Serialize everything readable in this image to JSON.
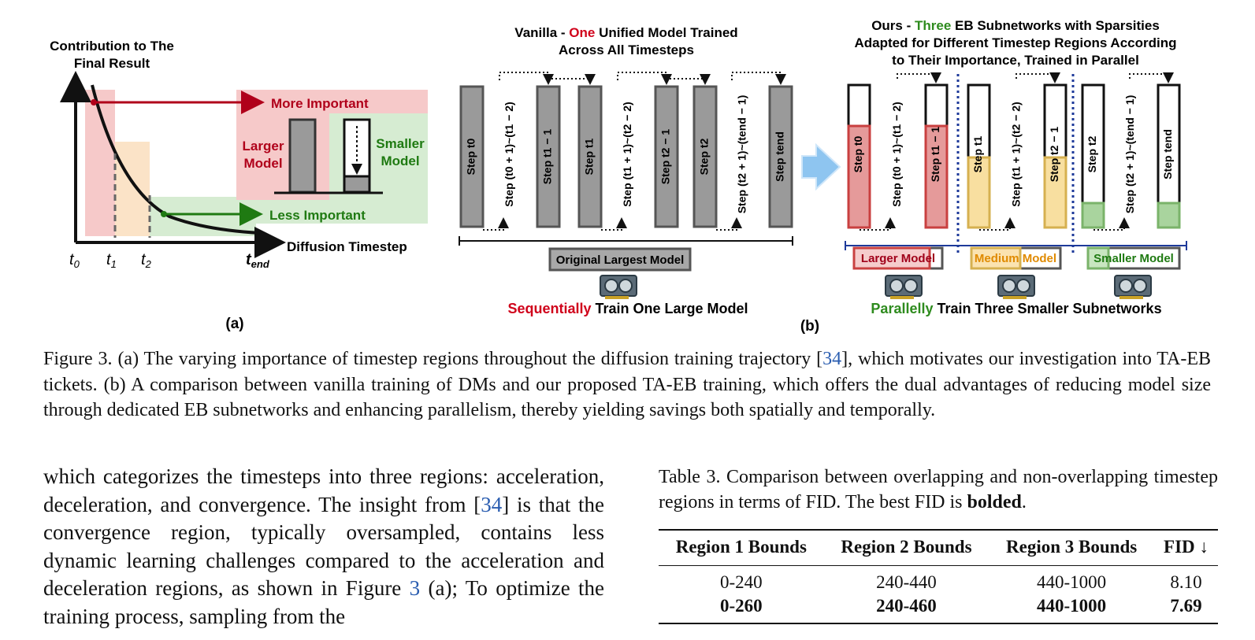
{
  "fig_a": {
    "y_title_1": "Contribution to The",
    "y_title_2": "Final Result",
    "x_title": "Diffusion Timestep",
    "more_important": "More Important",
    "less_important": "Less Important",
    "larger_1": "Larger",
    "larger_2": "Model",
    "smaller_1": "Smaller",
    "smaller_2": "Model",
    "ticks": [
      "t0",
      "t1",
      "t2",
      "tend"
    ],
    "label": "(a)"
  },
  "fig_b_vanilla": {
    "title_pre": "Vanilla - ",
    "title_red": "One",
    "title_post": " Unified Model Trained",
    "title_2": "Across All Timesteps",
    "bars": [
      "Step t0",
      "Step t1 − 1",
      "Step t1",
      "Step t2 − 1",
      "Step t2",
      "Step tend"
    ],
    "gaps": [
      "Step (t0 + 1)~(t1 − 2)",
      "Step (t1 + 1)~(t2 − 2)",
      "Step (t2 + 1)~(tend − 1)"
    ],
    "model_box": "Original Largest Model",
    "bottom_red": "Sequentially",
    "bottom_rest": " Train One Large Model"
  },
  "fig_b_ours": {
    "title_pre": "Ours - ",
    "title_green": "Three",
    "title_post": " EB Subnetworks with Sparsities",
    "title_2": "Adapted for Different Timestep Regions According",
    "title_3": "to Their Importance, Trained in Parallel",
    "boxes": [
      "Larger Model",
      "Medium Model",
      "Smaller Model"
    ],
    "bottom_green": "Parallelly",
    "bottom_rest": " Train Three Smaller Subnetworks",
    "label": "(b)"
  },
  "colors": {
    "red": "#d0021b",
    "green": "#2e8b1e",
    "orange": "#e08a00",
    "pink_bg": "#f6c9c9",
    "peach_bg": "#fbe3c7",
    "green_bg": "#d6ecd2",
    "bar_gray": "#9a9a9a",
    "arrow_blue": "#8ec5f0",
    "cite_blue": "#2a5db0"
  },
  "caption": {
    "label": "Figure 3.",
    "a": "(a) The varying importance of timestep regions throughout the diffusion training trajectory [",
    "ref": "34",
    "b": "], which motivates our investigation into TA-EB tickets. (b) A comparison between vanilla training of DMs and our proposed TA-EB training, which offers the dual advantages of reducing model size through dedicated EB subnetworks and enhancing parallelism, thereby yielding savings both spatially and temporally."
  },
  "body": {
    "p1": "which categorizes the timesteps into three regions: acceleration, deceleration, and convergence. The insight from [",
    "ref": "34",
    "p2": "] is that the convergence region, typically oversampled, contains less dynamic learning challenges compared to the acceleration and deceleration regions, as shown in Figure ",
    "fig_ref": "3",
    "p3": " (a); To optimize the training process, sampling from the"
  },
  "table": {
    "caption_pre": "Table 3.  Comparison between overlapping and non-overlapping timestep regions in terms of FID. The best FID is ",
    "caption_bold": "bolded",
    "caption_post": ".",
    "headers": [
      "Region 1 Bounds",
      "Region 2 Bounds",
      "Region 3 Bounds",
      "FID ↓"
    ],
    "rows": [
      [
        "0-240",
        "240-440",
        "440-1000",
        "8.10"
      ],
      [
        "0-260",
        "240-460",
        "440-1000",
        "7.69"
      ]
    ]
  }
}
